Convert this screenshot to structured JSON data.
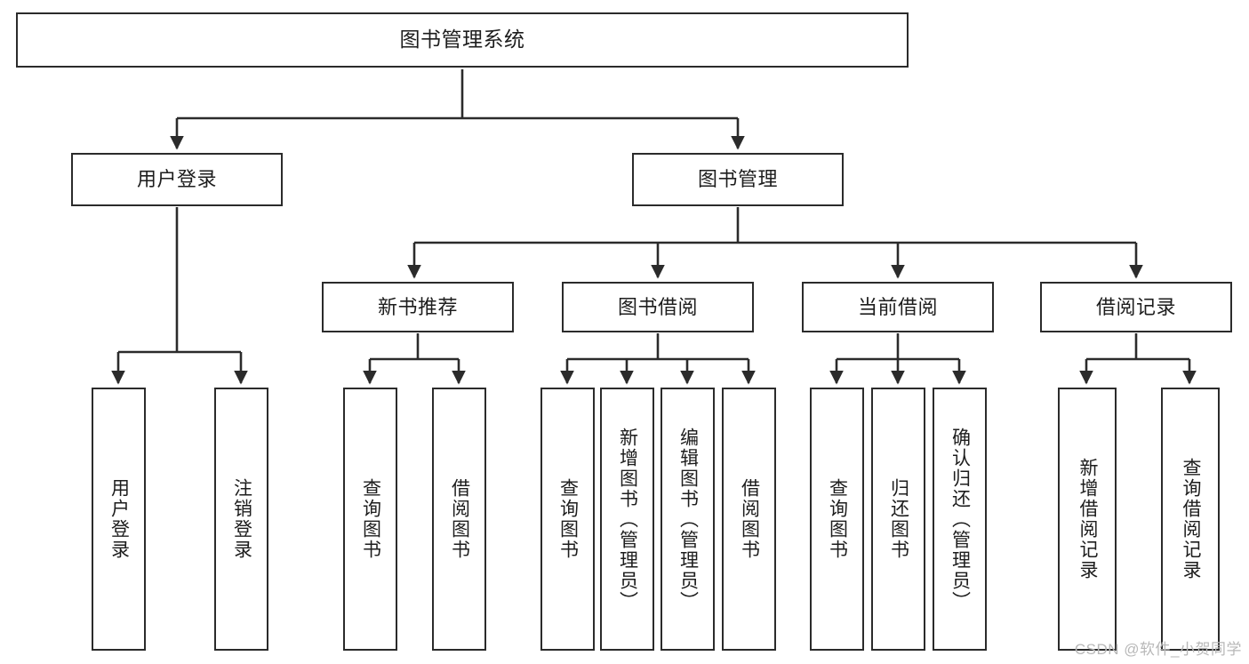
{
  "diagram": {
    "title": "图书管理系统",
    "type": "tree-hierarchy",
    "background_color": "#ffffff",
    "box_border_color": "#2b2b2b",
    "edge_color": "#2b2b2b",
    "text_color": "#1d1d1d"
  },
  "watermark": {
    "text": "CSDN @软件_小贺同学",
    "color": "#b8b8b8"
  },
  "nodes": {
    "root": {
      "label": "图书管理系统"
    },
    "level2": [
      {
        "id": "user-login",
        "label": "用户登录"
      },
      {
        "id": "book-manage",
        "label": "图书管理"
      }
    ],
    "level3": [
      {
        "id": "new-book-recommend",
        "label": "新书推荐"
      },
      {
        "id": "book-borrow",
        "label": "图书借阅"
      },
      {
        "id": "current-borrow",
        "label": "当前借阅"
      },
      {
        "id": "borrow-record",
        "label": "借阅记录"
      }
    ],
    "leaves": [
      {
        "id": "leaf-user-login",
        "label": "用户登录",
        "parent": "user-login"
      },
      {
        "id": "leaf-user-logout",
        "label": "注销登录",
        "parent": "user-login"
      },
      {
        "id": "leaf-query-book-1",
        "label": "查询图书",
        "parent": "new-book-recommend"
      },
      {
        "id": "leaf-borrow-book-1",
        "label": "借阅图书",
        "parent": "new-book-recommend"
      },
      {
        "id": "leaf-query-book-2",
        "label": "查询图书",
        "parent": "book-borrow"
      },
      {
        "id": "leaf-add-book",
        "label": "新增图书（管理员）",
        "parent": "book-borrow"
      },
      {
        "id": "leaf-edit-book",
        "label": "编辑图书（管理员）",
        "parent": "book-borrow"
      },
      {
        "id": "leaf-borrow-book-2",
        "label": "借阅图书",
        "parent": "book-borrow"
      },
      {
        "id": "leaf-query-book-3",
        "label": "查询图书",
        "parent": "current-borrow"
      },
      {
        "id": "leaf-return-book",
        "label": "归还图书",
        "parent": "current-borrow"
      },
      {
        "id": "leaf-confirm-return",
        "label": "确认归还（管理员）",
        "parent": "current-borrow"
      },
      {
        "id": "leaf-add-record",
        "label": "新增借阅记录",
        "parent": "borrow-record"
      },
      {
        "id": "leaf-query-record",
        "label": "查询借阅记录",
        "parent": "borrow-record"
      }
    ]
  }
}
